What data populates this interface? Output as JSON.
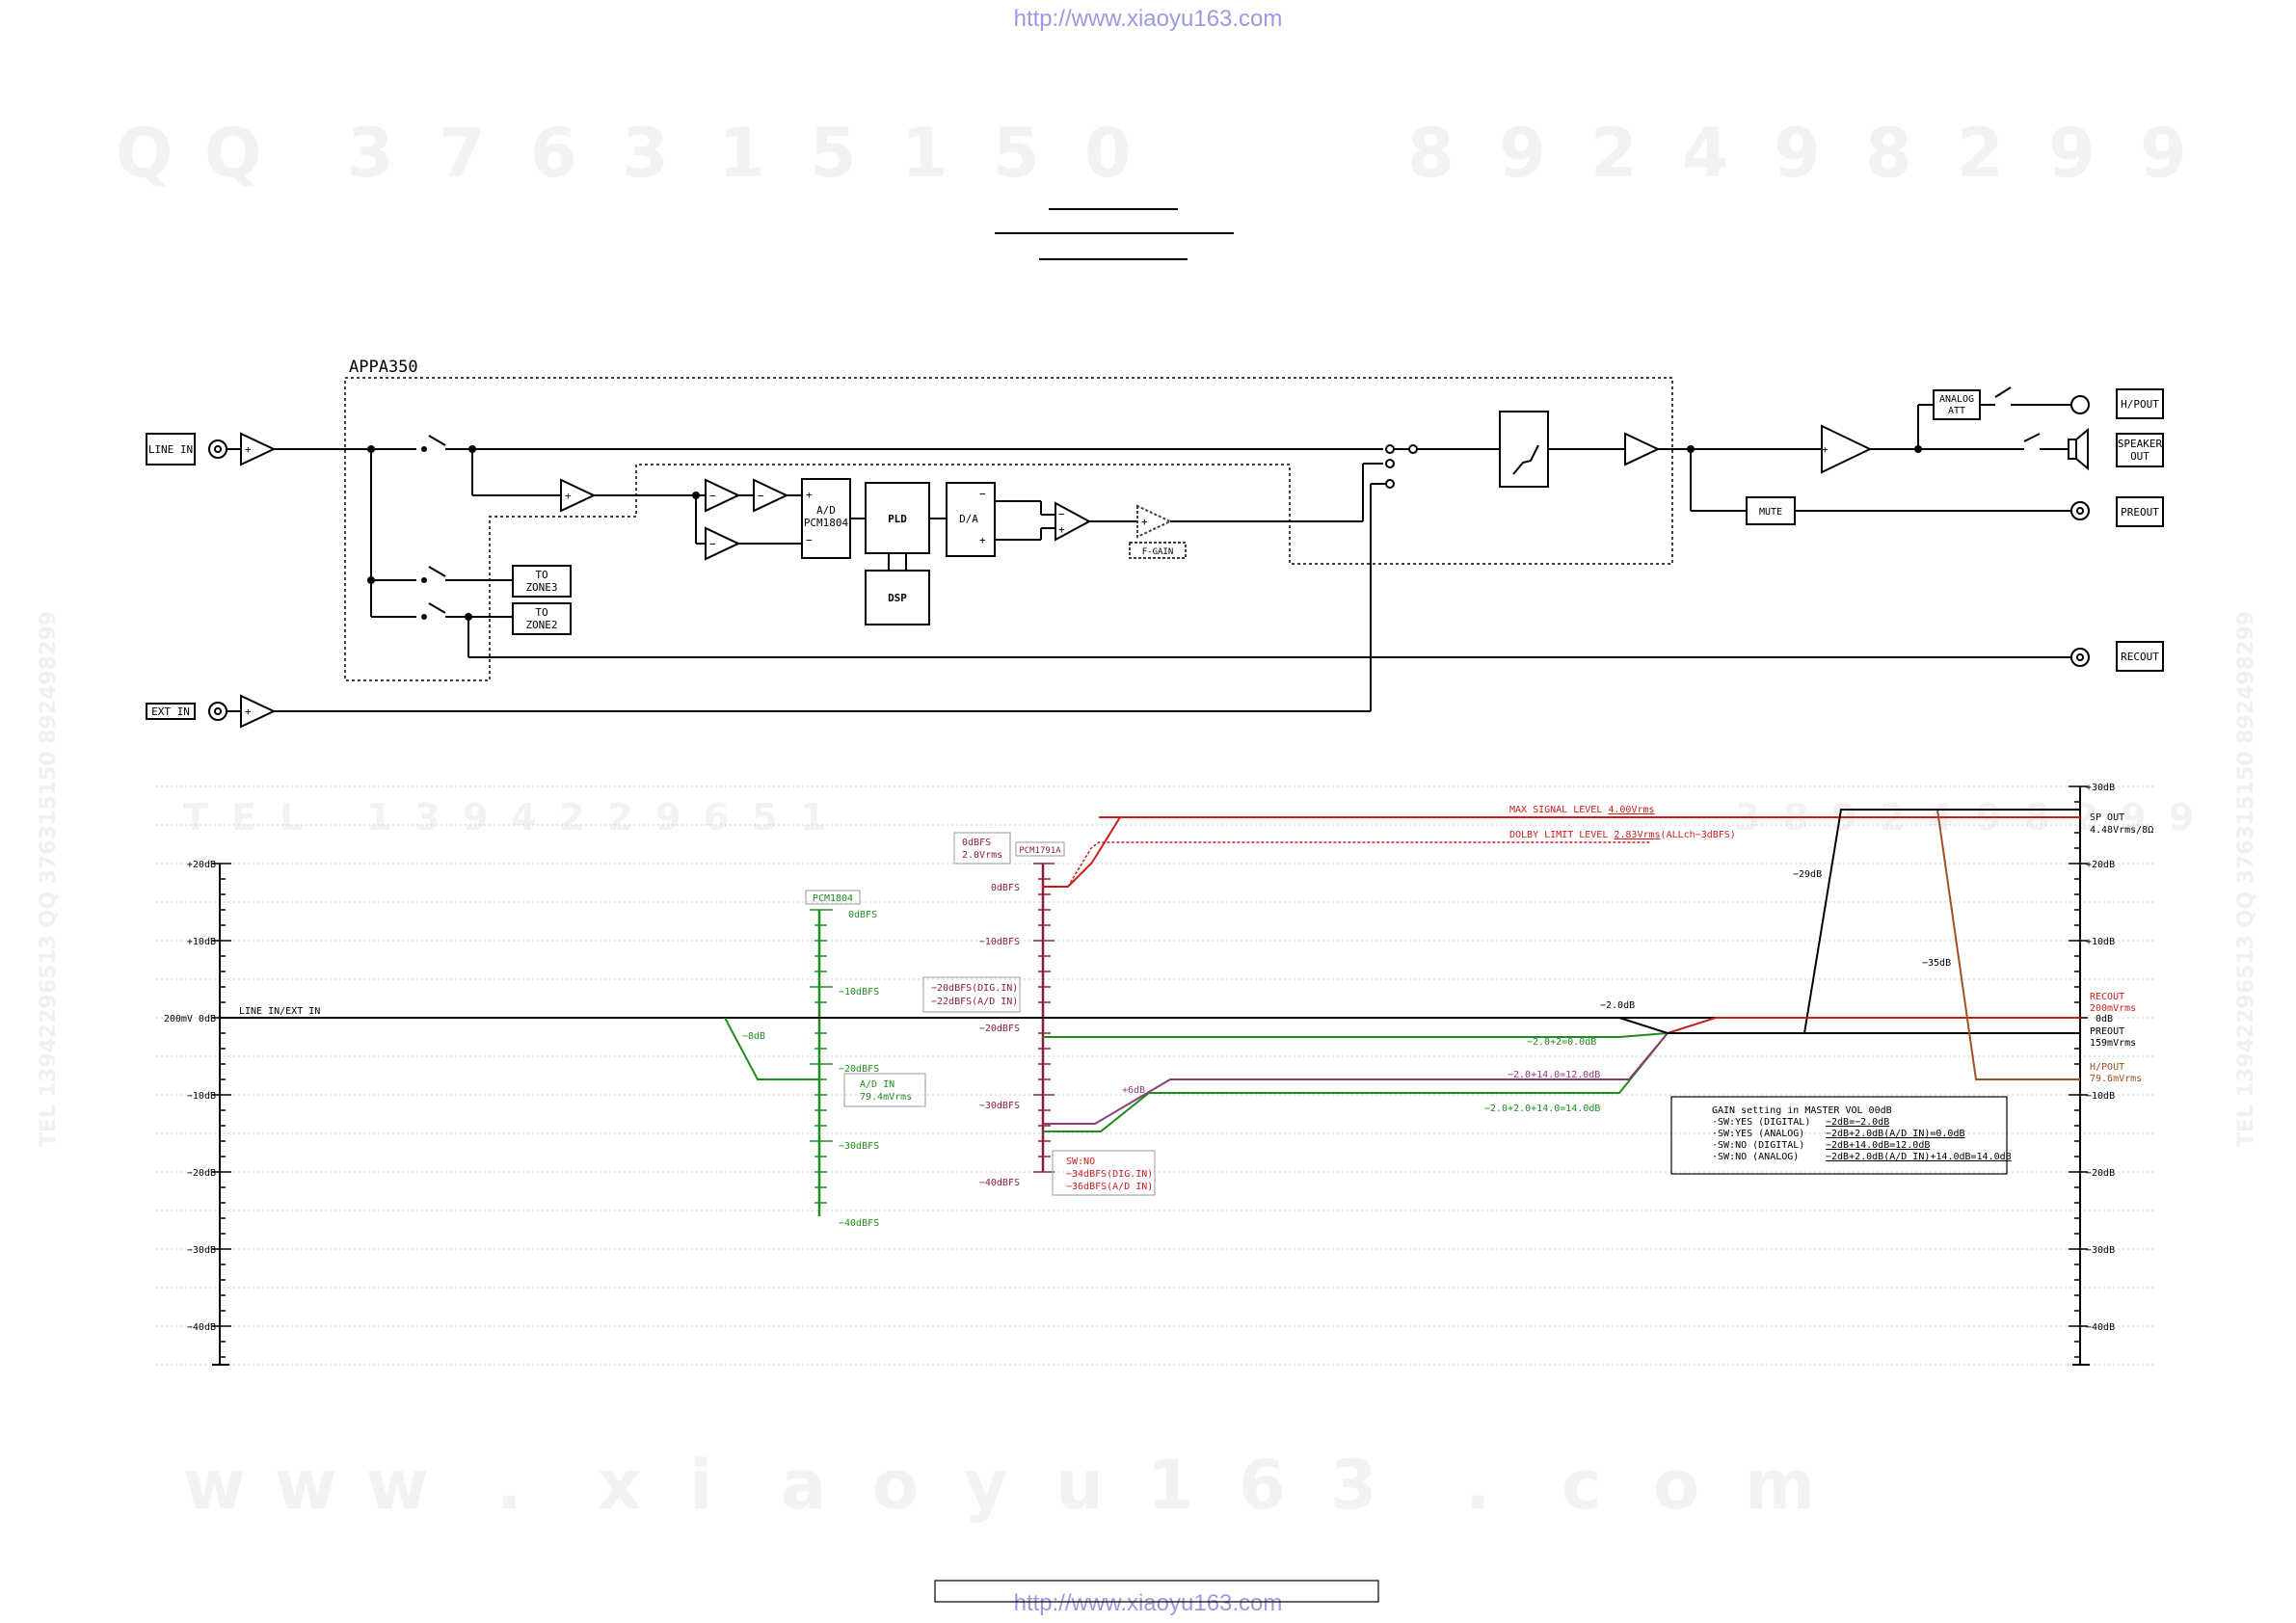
{
  "header": {
    "url_top": "http://www.xiaoyu163.com",
    "url_bottom": "http://www.xiaoyu163.com"
  },
  "watermarks": {
    "qq": [
      "Q",
      "Q",
      "3",
      "7",
      "6",
      "3",
      "1",
      "5",
      "1",
      "5",
      "0",
      "8",
      "9",
      "2",
      "4",
      "9",
      "8",
      "2",
      "9",
      "9"
    ],
    "tel": [
      "T",
      "E",
      "L",
      "1",
      "3",
      "9",
      "4",
      "2",
      "2",
      "9",
      "6",
      "5",
      "1",
      "3",
      "8",
      "9",
      "2",
      "4",
      "9",
      "8",
      "2",
      "9",
      "9"
    ],
    "www": [
      "w",
      "w",
      "w",
      ".",
      "x",
      "i",
      "a",
      "o",
      "y",
      "u",
      "1",
      "6",
      "3",
      ".",
      "c",
      "o",
      "m"
    ],
    "side_left": "TEL 13942296513 QQ 376315150 892498299",
    "side_right": "TEL 13942296513 QQ 376315150 892498299"
  },
  "block": {
    "title": "APPA350",
    "inputs": {
      "line_in": "LINE IN",
      "ext_in": "EXT IN"
    },
    "outputs": {
      "hpout": "H/POUT",
      "speaker_out_1": "SPEAKER",
      "speaker_out_2": "OUT",
      "preout": "PREOUT",
      "recout": "RECOUT"
    },
    "blocks": {
      "to_zone3_1": "TO",
      "to_zone3_2": "ZONE3",
      "to_zone2_1": "TO",
      "to_zone2_2": "ZONE2",
      "ad_1": "A/D",
      "ad_2": "PCM1804",
      "pld": "PLD",
      "dsp": "DSP",
      "da": "D/A",
      "fgain": "F-GAIN",
      "mute": "MUTE",
      "analog_att_1": "ANALOG",
      "analog_att_2": "ATT",
      "plus": "+",
      "minus": "−"
    }
  },
  "level": {
    "left_axis": [
      "+20dB",
      "+10dB",
      "200mV  0dB",
      "−10dB",
      "−20dB",
      "−30dB",
      "−40dB"
    ],
    "right_axis": [
      "+30dB",
      "+20dB",
      "+10dB",
      "0dB",
      "−10dB",
      "−20dB",
      "−30dB",
      "−40dB"
    ],
    "line_label": "LINE IN/EXT IN",
    "drop_8": "−8dB",
    "pcm1804": "PCM1804",
    "pcm1804_ticks": [
      "0dBFS",
      "−10dBFS",
      "−20dBFS",
      "−30dBFS",
      "−40dBFS"
    ],
    "adin_1": "A/D IN",
    "adin_2": "79.4mVrms",
    "box_20_1": "−20dBFS(DIG.IN)",
    "box_20_2": "−22dBFS(A/D IN)",
    "box_0_1": "0dBFS",
    "box_0_2": "2.0Vrms",
    "pcm1791a": "PCM1791A",
    "pcm1791a_ticks": [
      "0dBFS",
      "−10dBFS",
      "−20dBFS",
      "−30dBFS",
      "−40dBFS"
    ],
    "sw_no_1": "SW:NO",
    "sw_no_2": "−34dBFS(DIG.IN)",
    "sw_no_3": "−36dBFS(A/D IN)",
    "plus6": "+6dB",
    "max_label_a": "MAX SIGNAL LEVEL ",
    "max_label_b": "4.00Vrms",
    "dolby_label_a": "DOLBY LIMIT LEVEL ",
    "dolby_label_b": "2.83Vrms",
    "dolby_label_c": "(ALLch−3dBFS)",
    "minus2": "−2.0dB",
    "g1": "−2.0+2=0.0dB",
    "g2": "−2.0+14.0=12.0dB",
    "g3": "−2.0+2.0+14.0=14.0dB",
    "minus29": "−29dB",
    "minus35": "−35dB",
    "spout_1": "SP OUT",
    "spout_2": "4.48Vrms/8Ω",
    "recout_1": "RECOUT",
    "recout_2": "200mVrms",
    "preout_1": "PREOUT",
    "preout_2": "159mVrms",
    "hpout_1": "H/POUT",
    "hpout_2": "79.6mVrms",
    "gain_title": "GAIN setting in MASTER VOL 00dB",
    "gain_rows": [
      {
        "a": "·SW:YES (DIGITAL)",
        "b": "−2dB=−2.0dB"
      },
      {
        "a": "·SW:YES (ANALOG)",
        "b": "−2dB+2.0dB(A/D IN)=0.0dB"
      },
      {
        "a": "·SW:NO  (DIGITAL)",
        "b": "−2dB+14.0dB=12.0dB"
      },
      {
        "a": "·SW:NO  (ANALOG)",
        "b": "−2dB+2.0dB(A/D IN)+14.0dB=14.0dB"
      }
    ]
  },
  "colors": {
    "red": "#c81e1e",
    "green": "#1e8c1e",
    "purple": "#8c3c78",
    "brown": "#a0501e",
    "maroon": "#8c1e3c",
    "blue": "#4646dc"
  }
}
